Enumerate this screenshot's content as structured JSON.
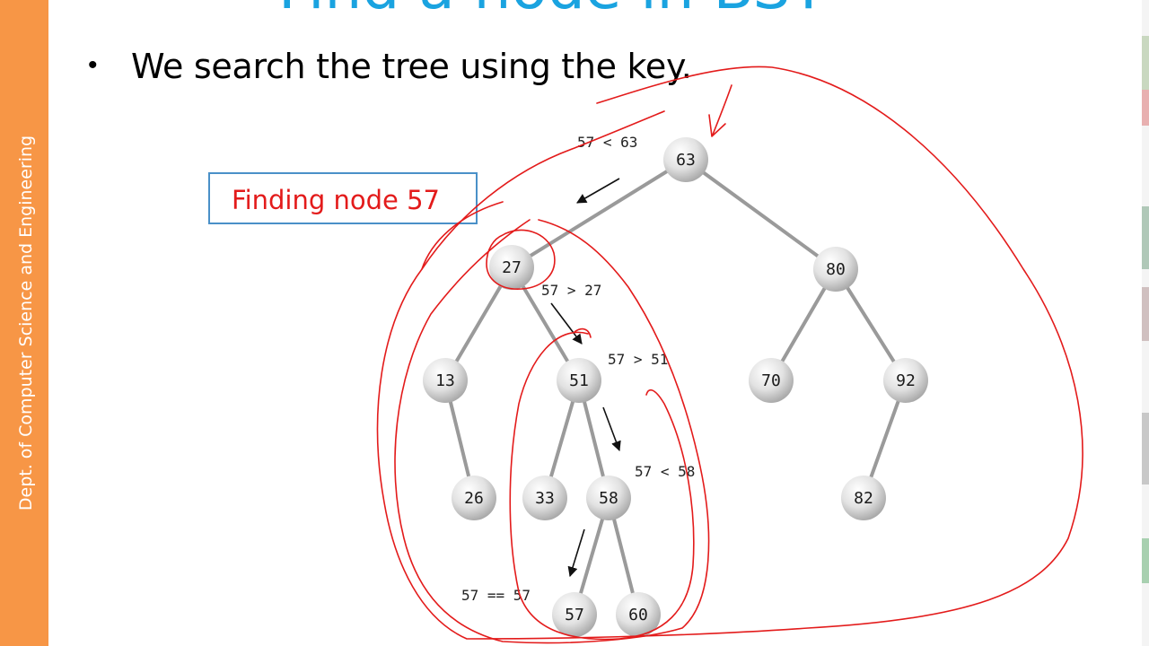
{
  "slide": {
    "title": "Find a node in BST",
    "bullet": "We search the tree using the key.",
    "callout": "Finding node 57"
  },
  "sidebar": {
    "text": "Dept. of Computer Science and Engineering"
  },
  "tree": {
    "nodes": [
      {
        "id": "n63",
        "label": "63"
      },
      {
        "id": "n27",
        "label": "27"
      },
      {
        "id": "n80",
        "label": "80"
      },
      {
        "id": "n13",
        "label": "13"
      },
      {
        "id": "n51",
        "label": "51"
      },
      {
        "id": "n70",
        "label": "70"
      },
      {
        "id": "n92",
        "label": "92"
      },
      {
        "id": "n26",
        "label": "26"
      },
      {
        "id": "n33",
        "label": "33"
      },
      {
        "id": "n58",
        "label": "58"
      },
      {
        "id": "n82",
        "label": "82"
      },
      {
        "id": "n57",
        "label": "57"
      },
      {
        "id": "n60",
        "label": "60"
      }
    ],
    "comparisons": [
      {
        "id": "c1",
        "text": "57 < 63"
      },
      {
        "id": "c2",
        "text": "57 > 27"
      },
      {
        "id": "c3",
        "text": "57 > 51"
      },
      {
        "id": "c4",
        "text": "57 < 58"
      },
      {
        "id": "c5",
        "text": "57 == 57"
      }
    ]
  },
  "colors": {
    "sidebar": "#f79646",
    "title": "#1aa3e0",
    "callout_text": "#e31b1b",
    "callout_border": "#4a90c8",
    "annotation": "#e31b1b",
    "edge": "#9a9a9a"
  }
}
